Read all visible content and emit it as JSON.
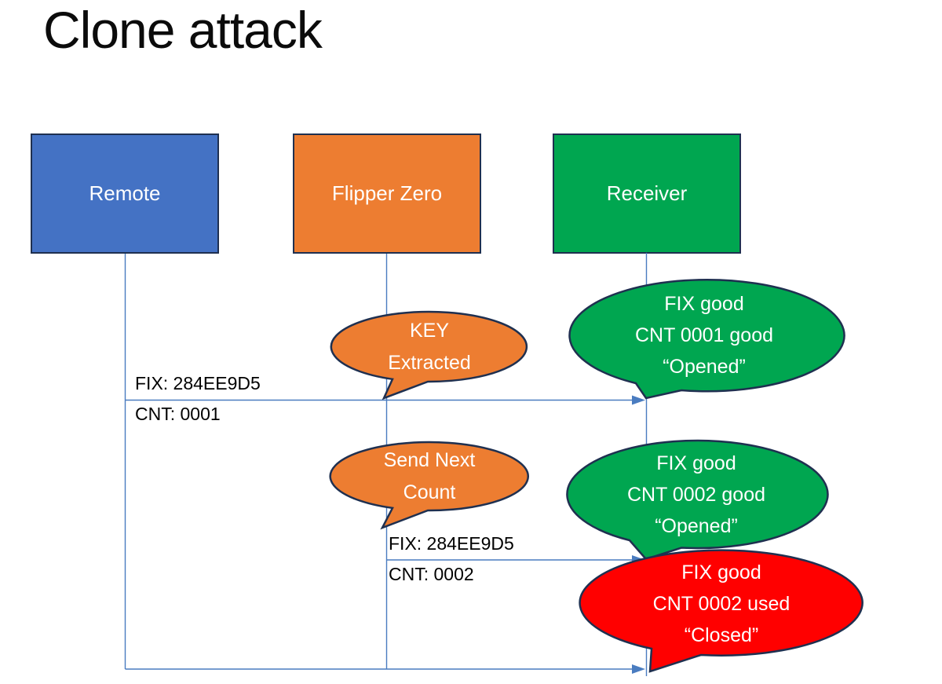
{
  "title": "Clone attack",
  "actors": [
    {
      "id": "remote",
      "label": "Remote",
      "color": "#4472C4"
    },
    {
      "id": "flipper",
      "label": "Flipper Zero",
      "color": "#ED7D31"
    },
    {
      "id": "receiver",
      "label": "Receiver",
      "color": "#00A650"
    }
  ],
  "messages": [
    {
      "from": "Remote",
      "to": "Receiver",
      "label_line1": "FIX: 284EE9D5",
      "label_line2": "CNT: 0001"
    },
    {
      "from": "Flipper Zero",
      "to": "Receiver",
      "label_line1": "FIX: 284EE9D5",
      "label_line2": "CNT: 0002"
    },
    {
      "from": "Remote",
      "to": "Receiver",
      "label_line1": "",
      "label_line2": ""
    }
  ],
  "callouts": [
    {
      "owner": "Flipper Zero",
      "color": "#ED7D31",
      "lines": [
        "KEY",
        "Extracted"
      ]
    },
    {
      "owner": "Receiver",
      "color": "#00A650",
      "lines": [
        "FIX good",
        "CNT 0001 good",
        "“Opened”"
      ]
    },
    {
      "owner": "Flipper Zero",
      "color": "#ED7D31",
      "lines": [
        "Send Next",
        "Count"
      ]
    },
    {
      "owner": "Receiver",
      "color": "#00A650",
      "lines": [
        "FIX good",
        "CNT 0002 good",
        "“Opened”"
      ]
    },
    {
      "owner": "Receiver",
      "color": "#FF0000",
      "lines": [
        "FIX good",
        "CNT 0002 used",
        "“Closed”"
      ]
    }
  ],
  "colors": {
    "background": "#FFFFFF",
    "outline": "#1F3050",
    "line_blue": "#4A7CC0",
    "text_dark": "#000000",
    "text_light": "#FFFFFF"
  }
}
